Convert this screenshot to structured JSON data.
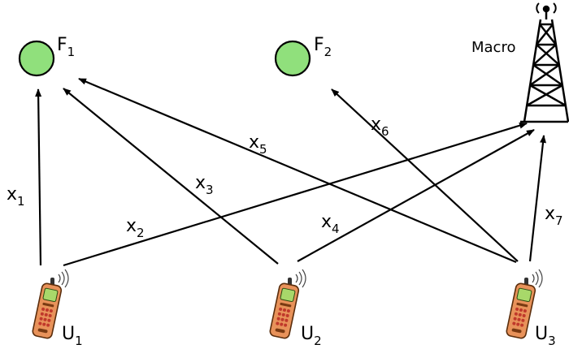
{
  "femtocells": [
    {
      "id": "F1",
      "letter": "F",
      "sub": "1"
    },
    {
      "id": "F2",
      "letter": "F",
      "sub": "2"
    }
  ],
  "macro": {
    "label": "Macro"
  },
  "users": [
    {
      "id": "U1",
      "letter": "U",
      "sub": "1"
    },
    {
      "id": "U2",
      "letter": "U",
      "sub": "2"
    },
    {
      "id": "U3",
      "letter": "U",
      "sub": "3"
    }
  ],
  "edges": [
    {
      "var": "x",
      "sub": "1",
      "from": "U1",
      "to": "F1"
    },
    {
      "var": "x",
      "sub": "2",
      "from": "U1",
      "to": "Macro"
    },
    {
      "var": "x",
      "sub": "3",
      "from": "U2",
      "to": "F1"
    },
    {
      "var": "x",
      "sub": "4",
      "from": "U2",
      "to": "Macro"
    },
    {
      "var": "x",
      "sub": "5",
      "from": "U3",
      "to": "F1"
    },
    {
      "var": "x",
      "sub": "6",
      "from": "U3",
      "to": "F2"
    },
    {
      "var": "x",
      "sub": "7",
      "from": "U3",
      "to": "Macro"
    }
  ],
  "colors": {
    "femtocell_fill": "#90e07c",
    "phone_body": "#e8925a",
    "phone_screen": "#a8d86a",
    "phone_keys": "#c0392b"
  }
}
